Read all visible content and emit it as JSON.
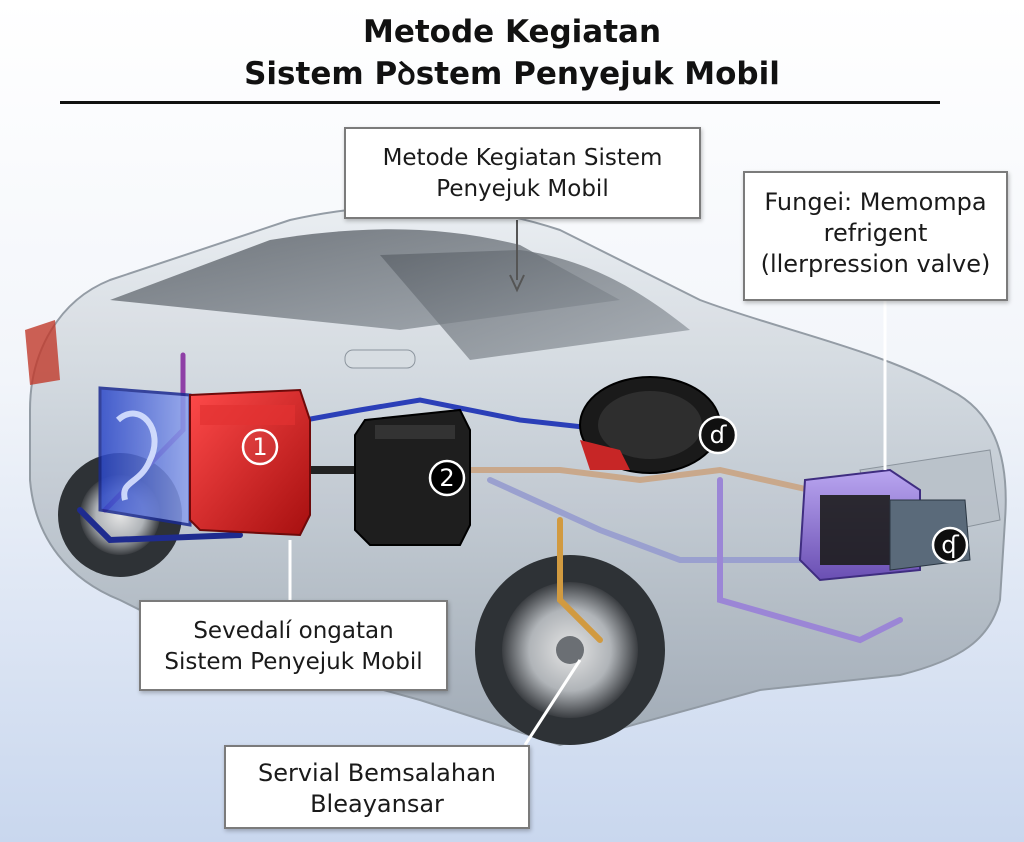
{
  "title": {
    "line1": "Metode Kegiatan",
    "line2": "Sistem Pꝺstem Penyejuk Mobil"
  },
  "callouts": {
    "top": {
      "line1": "Metode Kegiatan Sistem",
      "line2": "Penyejuk Mobil"
    },
    "right": {
      "line1": "Fungei: Memompa",
      "line2": "refrigent",
      "line3": "(llerpression valve)"
    },
    "mid": {
      "line1": "Sevedalí ongatan",
      "line2": "Sistem Penyejuk Mobil"
    },
    "bottom": {
      "line1": "Servial Bemsalahan",
      "line2": "Bleayansar"
    }
  },
  "markers": {
    "m1": "1",
    "m2": "2",
    "m3": "ɗ",
    "m4": "ʠ"
  },
  "colors": {
    "condenser": "#d11f1f",
    "receiver": "#1e1e1e",
    "evaporator_box": "#8a6fd0",
    "radiator": "#2b47c8",
    "car_body": "#c3cbd3",
    "tube": "#9aa0cf"
  }
}
